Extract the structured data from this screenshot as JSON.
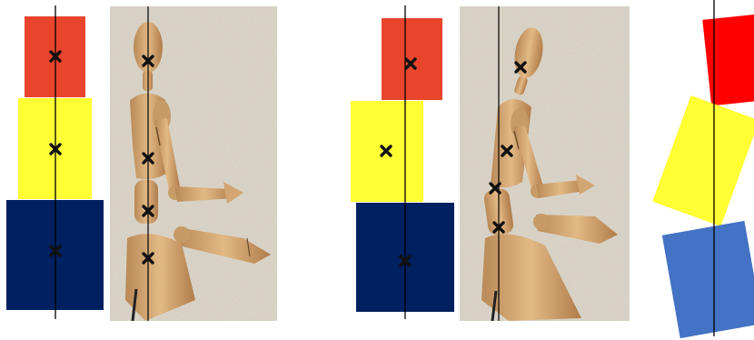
{
  "colors": {
    "red": "#e8452c",
    "red_bright": "#ff0000",
    "yellow": "#ffff33",
    "navy": "#002060",
    "blue": "#4472c4",
    "line": "#000000",
    "marker": "#111111",
    "wall": "#d8d2c6",
    "wood": "#d9ad79",
    "wood_dark": "#a9784a"
  },
  "panels": [
    {
      "name": "left-block-stack",
      "blocks": [
        "red",
        "yellow",
        "navy"
      ],
      "aligned": true,
      "markers": 3
    },
    {
      "name": "left-mannequin-photo",
      "pose": "seated-upright",
      "markers": 4
    },
    {
      "name": "middle-block-stack",
      "blocks": [
        "red",
        "yellow",
        "navy"
      ],
      "aligned": false,
      "markers": 3
    },
    {
      "name": "middle-mannequin-photo",
      "pose": "seated-slouched",
      "markers": 4
    },
    {
      "name": "right-tilted-blocks",
      "blocks": [
        "red_bright",
        "yellow",
        "blue"
      ],
      "tilted": true,
      "markers": 0
    }
  ],
  "icons": {
    "marker": "x-mark-icon"
  }
}
